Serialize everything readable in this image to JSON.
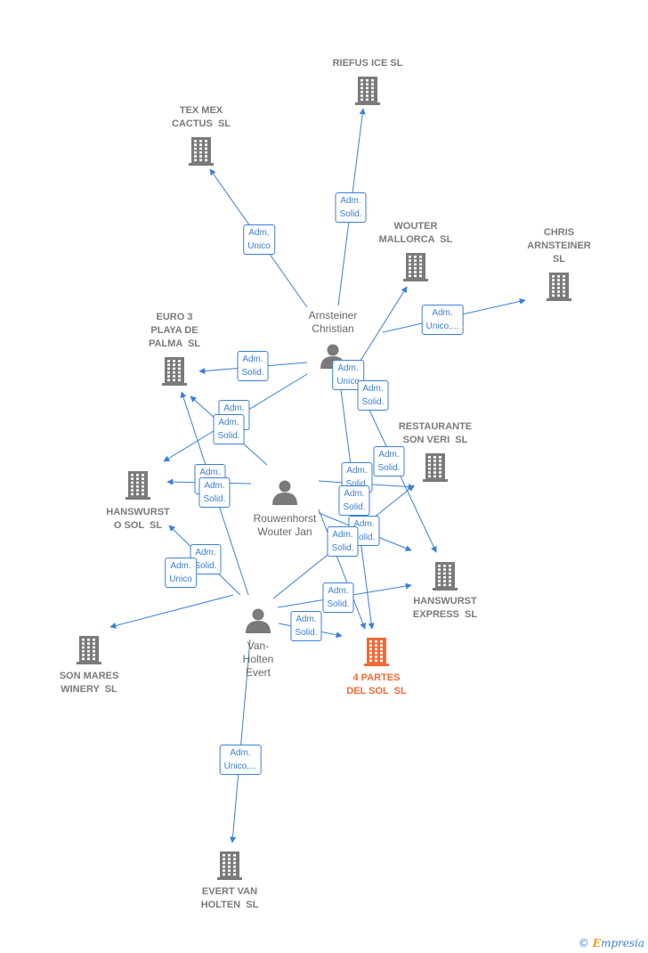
{
  "colors": {
    "edge": "#3a7fd8",
    "company": "#7a7a7a",
    "focus": "#f26a35",
    "person": "#7a7a7a"
  },
  "companies": [
    {
      "id": "riefus",
      "label": "RIEFUS ICE SL",
      "icon": "building-icon"
    },
    {
      "id": "texmex",
      "label": "TEX MEX\nCACTUS  SL",
      "icon": "building-icon"
    },
    {
      "id": "wouter",
      "label": "WOUTER\nMALLORCA  SL",
      "icon": "building-icon"
    },
    {
      "id": "chris",
      "label": "CHRIS\nARNSTEINER\nSL",
      "icon": "building-icon"
    },
    {
      "id": "euro3",
      "label": "EURO 3\nPLAYA DE\nPALMA  SL",
      "icon": "building-icon"
    },
    {
      "id": "restaurante",
      "label": "RESTAURANTE\nSON VERI  SL",
      "icon": "building-icon"
    },
    {
      "id": "hanso",
      "label": "HANSWURST\nO SOL  SL",
      "icon": "building-icon"
    },
    {
      "id": "hansexp",
      "label": "HANSWURST\nEXPRESS  SL",
      "icon": "building-icon"
    },
    {
      "id": "sonmares",
      "label": "SON MARES\nWINERY  SL",
      "icon": "building-icon"
    },
    {
      "id": "partes",
      "label": "4 PARTES\nDEL SOL  SL",
      "icon": "building-icon",
      "focus": true
    },
    {
      "id": "evert",
      "label": "EVERT VAN\nHOLTEN  SL",
      "icon": "building-icon"
    }
  ],
  "persons": [
    {
      "id": "arnsteiner",
      "label": "Arnsteiner\nChristian",
      "icon": "person-icon"
    },
    {
      "id": "rouwen",
      "label": "Rouwenhorst\nWouter Jan",
      "icon": "person-icon"
    },
    {
      "id": "vanholten",
      "label": "Van-\nHolten\nEvert",
      "icon": "person-icon"
    }
  ],
  "edges": [
    {
      "from": "arnsteiner",
      "to": "riefus",
      "label": "Adm.\nSolid."
    },
    {
      "from": "arnsteiner",
      "to": "texmex",
      "label": "Adm.\nUnico"
    },
    {
      "from": "arnsteiner",
      "to": "wouter",
      "label": "Adm.\nUnico"
    },
    {
      "from": "arnsteiner",
      "to": "chris",
      "label": "Adm.\nUnico,..."
    },
    {
      "from": "arnsteiner",
      "to": "euro3",
      "label": "Adm.\nSolid."
    },
    {
      "from": "arnsteiner",
      "to": "hanso",
      "label": "Adm.\nSolid."
    },
    {
      "from": "arnsteiner",
      "to": "hansexp",
      "label": "Adm.\nSolid."
    },
    {
      "from": "arnsteiner",
      "to": "partes",
      "label": "Adm.\nSolid."
    },
    {
      "from": "rouwen",
      "to": "euro3",
      "label": "Adm.\nSolid."
    },
    {
      "from": "rouwen",
      "to": "hanso",
      "label": "Adm.\nSolid."
    },
    {
      "from": "rouwen",
      "to": "restaurante",
      "label": "Adm.\nSolid."
    },
    {
      "from": "rouwen",
      "to": "hansexp",
      "label": "Adm.\nSolid."
    },
    {
      "from": "rouwen",
      "to": "partes",
      "label": "Adm.\nSolid."
    },
    {
      "from": "vanholten",
      "to": "euro3",
      "label": "Adm.\nSolid."
    },
    {
      "from": "vanholten",
      "to": "hanso",
      "label": "Adm.\nSolid."
    },
    {
      "from": "vanholten",
      "to": "sonmares",
      "label": "Adm.\nUnico"
    },
    {
      "from": "vanholten",
      "to": "restaurante",
      "label": "Adm.\nSolid."
    },
    {
      "from": "vanholten",
      "to": "hansexp",
      "label": "Adm.\nSolid."
    },
    {
      "from": "vanholten",
      "to": "partes",
      "label": "Adm.\nSolid."
    },
    {
      "from": "vanholten",
      "to": "evert",
      "label": "Adm.\nUnico,..."
    }
  ],
  "footer": {
    "copyright_symbol": "©",
    "brand_initial": "E",
    "brand_rest": "mpresia"
  }
}
